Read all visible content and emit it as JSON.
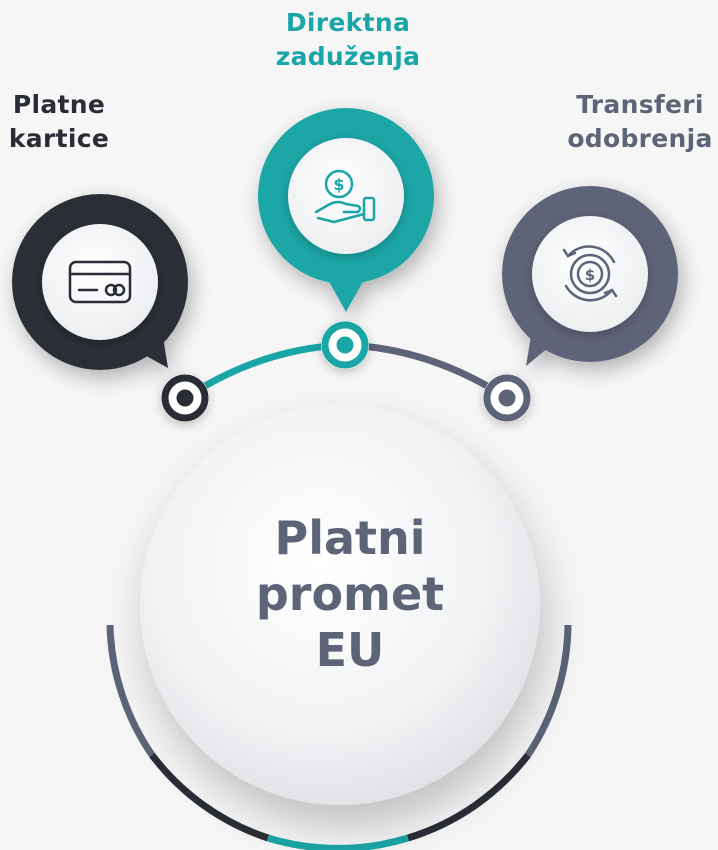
{
  "nodes": {
    "left": {
      "label": "Platne\nkartice",
      "color": "#2a2d35",
      "icon": "credit-card-icon"
    },
    "center": {
      "label": "Direktna\nzaduženja",
      "color": "#1aa6a6",
      "icon": "hand-coin-icon"
    },
    "right": {
      "label": "Transferi\nodobrenja",
      "color": "#5e6478",
      "icon": "money-transfer-icon"
    }
  },
  "hub": {
    "title": "Platni\npromet\nEU",
    "color": "#5e6478"
  }
}
